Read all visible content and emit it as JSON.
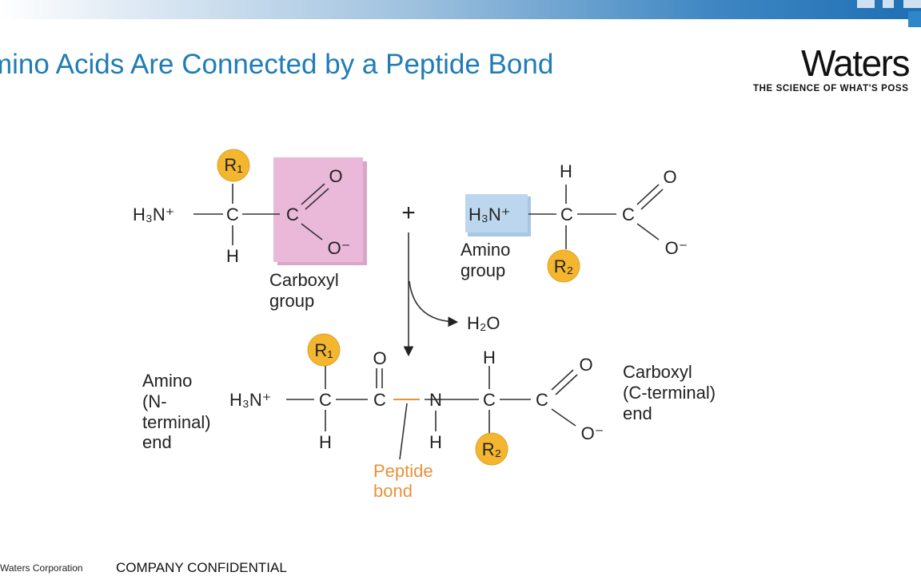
{
  "slide": {
    "title": "mino Acids Are Connected by a Peptide Bond",
    "footer_corporation": "Waters Corporation",
    "footer_confidential": "COMPANY CONFIDENTIAL"
  },
  "logo": {
    "name": "Waters",
    "tagline": "THE SCIENCE OF WHAT'S POSS"
  },
  "diagram": {
    "plus_sign": "+",
    "amino_acid_1": {
      "ammonium": "H₃N⁺",
      "alpha_carbon": "C",
      "r_group": "R₁",
      "hydrogen": "H",
      "carboxyl_carbon": "C",
      "carbonyl_oxygen": "O",
      "oxide": "O⁻",
      "carboxyl_label": [
        "Carboxyl",
        "group"
      ]
    },
    "amino_acid_2": {
      "ammonium": "H₃N⁺",
      "alpha_carbon": "C",
      "hydrogen": "H",
      "r_group": "R₂",
      "carboxyl_carbon": "C",
      "carbonyl_oxygen": "O",
      "oxide": "O⁻",
      "amino_label": [
        "Amino",
        "group"
      ]
    },
    "water": "H₂O",
    "dipeptide": {
      "ammonium": "H₃N⁺",
      "alpha_carbon_1": "C",
      "r_group_1": "R₁",
      "hydrogen_1": "H",
      "carbonyl_carbon": "C",
      "carbonyl_oxygen": "O",
      "nitrogen": "N",
      "amide_hydrogen": "H",
      "alpha_carbon_2": "C",
      "hydrogen_2": "H",
      "r_group_2": "R₂",
      "carboxyl_carbon": "C",
      "carbonyl_oxygen_2": "O",
      "oxide": "O⁻",
      "n_terminal_label": [
        "Amino",
        "(N-",
        "terminal)",
        "end"
      ],
      "c_terminal_label": [
        "Carboxyl",
        "(C-terminal)",
        "end"
      ],
      "peptide_bond_label": [
        "Peptide",
        "bond"
      ]
    },
    "colors": {
      "carboxyl_highlight": "#eab8d9",
      "amino_highlight": "#bcd6ee",
      "r_group_fill": "#f4b62e",
      "peptide_bond": "#e8923a"
    }
  }
}
